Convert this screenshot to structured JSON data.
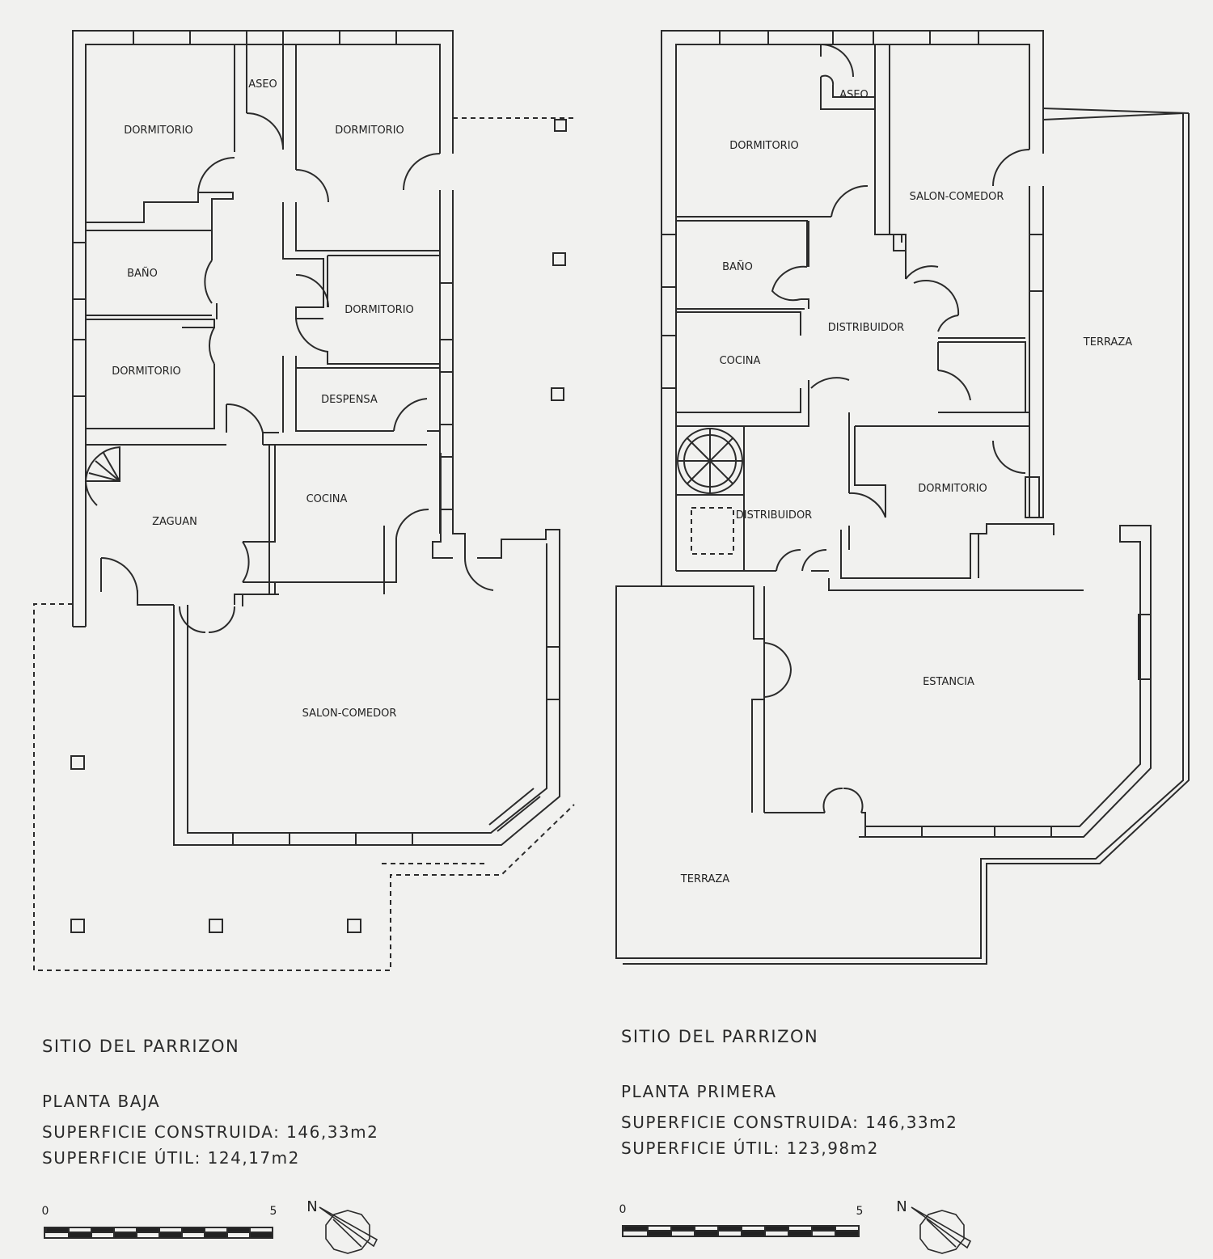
{
  "plan_left": {
    "rooms": {
      "aseo": "ASEO",
      "dorm_nw": "DORMITORIO",
      "dorm_ne": "DORMITORIO",
      "bano": "BAÑO",
      "dorm_e": "DORMITORIO",
      "dorm_w": "DORMITORIO",
      "despensa": "DESPENSA",
      "cocina": "COCINA",
      "zaguan": "ZAGUAN",
      "salon": "SALON-COMEDOR"
    },
    "info": {
      "site": "SITIO DEL PARRIZON",
      "floor": "PLANTA BAJA",
      "built": "SUPERFICIE CONSTRUIDA: 146,33m2",
      "useful": "SUPERFICIE ÚTIL: 124,17m2"
    },
    "scale": {
      "start": "0",
      "end": "5"
    },
    "north": "N"
  },
  "plan_right": {
    "rooms": {
      "aseo": "ASEO",
      "dorm_n": "DORMITORIO",
      "salon": "SALON-COMEDOR",
      "bano": "BAÑO",
      "distribuidor_1": "DISTRIBUIDOR",
      "cocina": "COCINA",
      "terraza_e": "TERRAZA",
      "distribuidor_2": "DISTRIBUIDOR",
      "dorm_s": "DORMITORIO",
      "estancia": "ESTANCIA",
      "terraza_s": "TERRAZA"
    },
    "info": {
      "site": "SITIO DEL PARRIZON",
      "floor": "PLANTA PRIMERA",
      "built": "SUPERFICIE CONSTRUIDA: 146,33m2",
      "useful": "SUPERFICIE ÚTIL: 123,98m2"
    },
    "scale": {
      "start": "0",
      "end": "5"
    },
    "north": "N"
  }
}
